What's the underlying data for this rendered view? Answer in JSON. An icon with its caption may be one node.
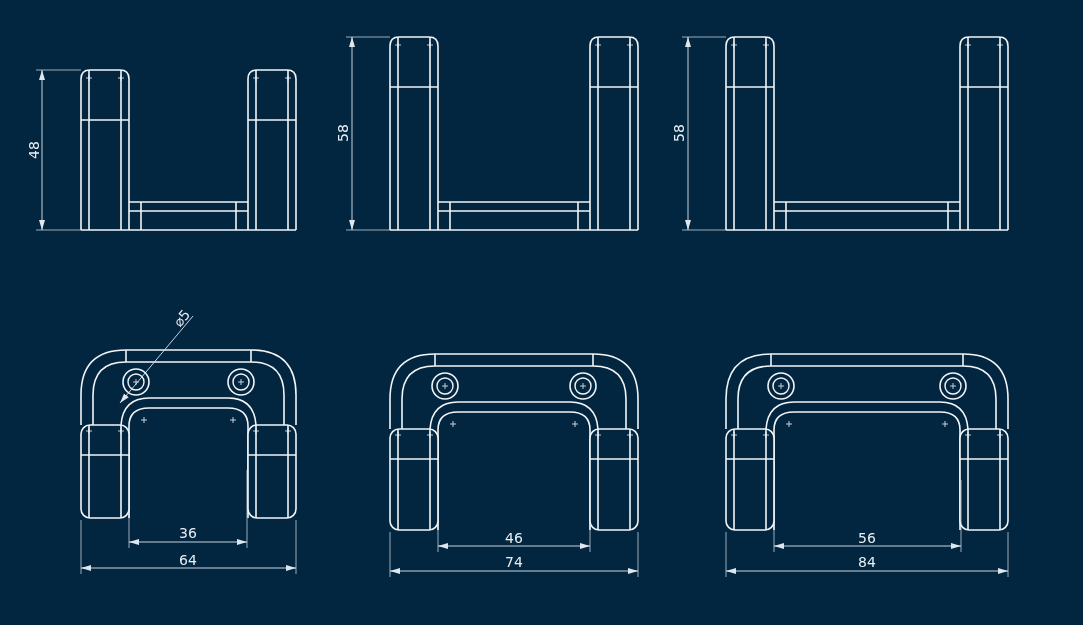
{
  "diagram": {
    "labels": [
      "48",
      "58",
      "58",
      "⌀5",
      "36",
      "64",
      "46",
      "74",
      "56",
      "84"
    ]
  }
}
